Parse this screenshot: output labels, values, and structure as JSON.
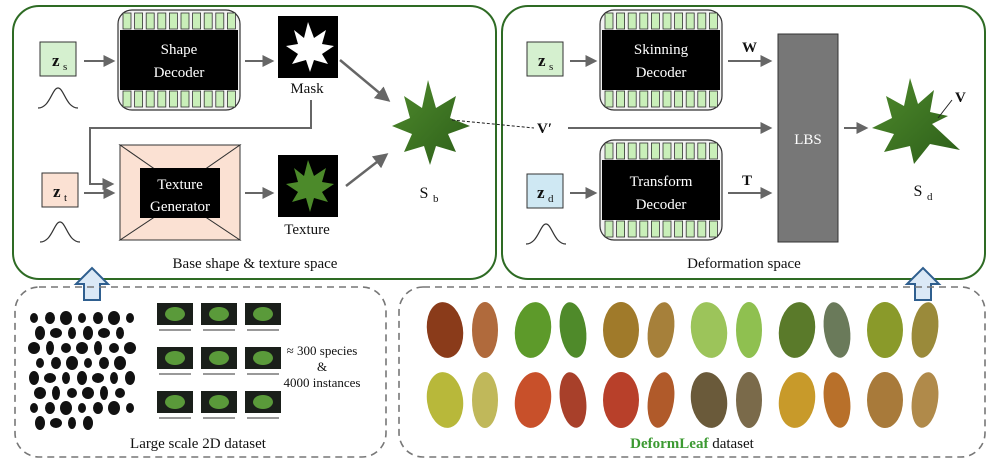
{
  "base_panel": {
    "caption": "Base shape & texture space",
    "z_s": "z",
    "z_s_sub": "s",
    "z_t": "z",
    "z_t_sub": "t",
    "shape_decoder": [
      "Shape",
      "Decoder"
    ],
    "texture_generator": [
      "Texture",
      "Generator"
    ],
    "mask_label": "Mask",
    "texture_label": "Texture",
    "s_b": "S",
    "s_b_sub": "b"
  },
  "deform_panel": {
    "caption": "Deformation space",
    "z_s": "z",
    "z_s_sub": "s",
    "z_d": "z",
    "z_d_sub": "d",
    "skinning_decoder": [
      "Skinning",
      "Decoder"
    ],
    "transform_decoder": [
      "Transform",
      "Decoder"
    ],
    "w_label": "W",
    "t_label": "T",
    "v_prime": "V′",
    "lbs": "LBS",
    "v_label": "V",
    "s_d": "S",
    "s_d_sub": "d"
  },
  "dataset_2d": {
    "caption": "Large scale 2D dataset",
    "stats": [
      "≈ 300 species",
      "&",
      "4000 instances"
    ]
  },
  "deformleaf": {
    "name": "DeformLeaf",
    "suffix": " dataset"
  },
  "colors": {
    "panel_border": "#2e6b24",
    "z_green": "#d5f0cf",
    "z_peach": "#fbe1d3",
    "z_blue": "#cfe8f3",
    "decoder_bar": "#c9efb9",
    "lbs_gray": "#777777",
    "arrow_gray": "#666666",
    "deformleaf_green": "#3c9a32",
    "up_arrow": "#dbe9f6",
    "up_arrow_border": "#2f5f8f"
  }
}
